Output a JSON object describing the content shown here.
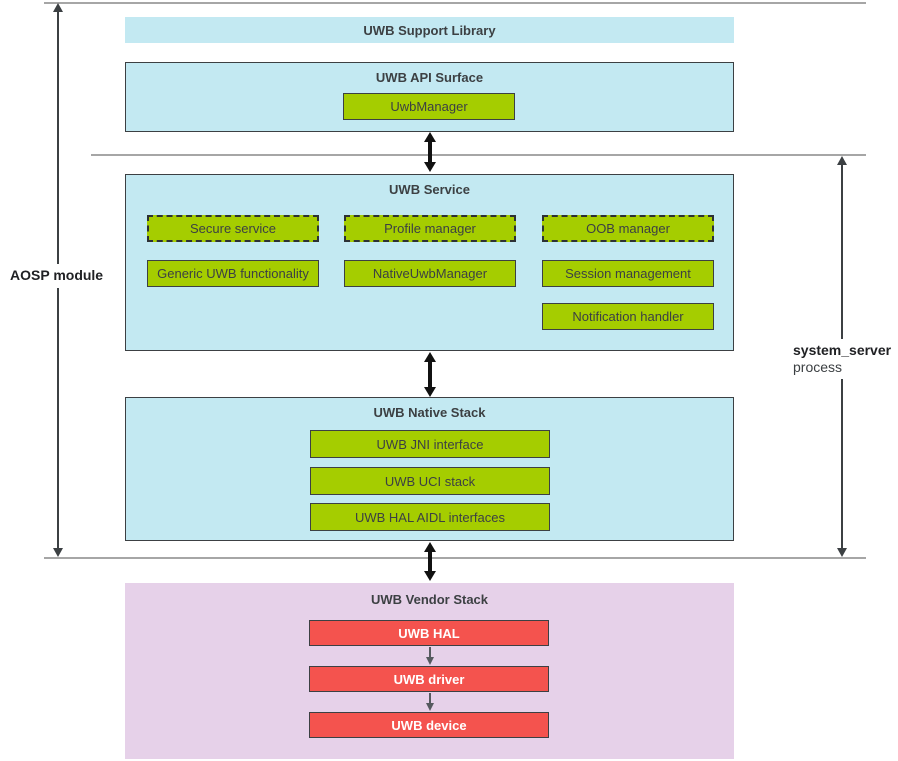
{
  "diagram": {
    "side_labels": {
      "aosp": "AOSP module",
      "system_server_line1": "system_server",
      "system_server_line2": "process"
    },
    "layers": {
      "support": {
        "title": "UWB Support Library"
      },
      "api": {
        "title": "UWB API Surface",
        "items": [
          "UwbManager"
        ]
      },
      "service": {
        "title": "UWB Service",
        "dashed_items": [
          "Secure service",
          "Profile manager",
          "OOB manager"
        ],
        "solid_items": [
          "Generic UWB functionality",
          "NativeUwbManager",
          "Session management",
          "Notification handler"
        ]
      },
      "native": {
        "title": "UWB Native Stack",
        "items": [
          "UWB JNI interface",
          "UWB UCI stack",
          "UWB HAL AIDL interfaces"
        ]
      },
      "vendor": {
        "title": "UWB Vendor Stack",
        "items": [
          "UWB HAL",
          "UWB driver",
          "UWB device"
        ]
      }
    },
    "colors": {
      "layer_fill_cyan": "#c3e9f2",
      "module_fill_green": "#a5cd00",
      "vendor_fill_purple": "#e6d1e9",
      "vendor_module_red": "#f4534e",
      "border_dark": "#3c4043",
      "separator_gray": "#a6a6a6",
      "arrow_black": "#111111",
      "vendor_text_white": "#ffffff"
    }
  }
}
